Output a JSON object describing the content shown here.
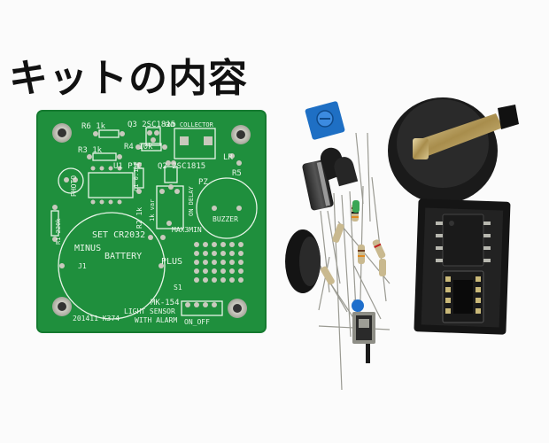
{
  "title": "キットの内容",
  "pcb": {
    "labels": {
      "r6": "R6 1k",
      "q3": "Q3 2SC1815",
      "gnd": "GND COLLECTOR",
      "r3": "R3 1k",
      "r4": "R4 10k",
      "u1": "U1 PIC",
      "q2": "Q2 2SC1815",
      "photo": "PHOTO",
      "c1": "C1 0.1uF",
      "r2": "R2 1k",
      "lr": "LR",
      "r5": "R5",
      "pz": "PZ",
      "buzzer": "BUZZER",
      "on_delay": "ON DELAY",
      "vr": "1k var",
      "r1": "R1 220k",
      "set": "SET CR2032",
      "minus": "MINUS",
      "battery": "BATTERY",
      "j1": "J1",
      "max3min": "MAX3MIN",
      "plus": "PLUS",
      "s1": "S1",
      "model": "MK-154",
      "name": "LIGHT SENSOR",
      "date": "201411 K374",
      "alarm": "WITH ALARM",
      "onoff": "ON_OFF"
    }
  },
  "colors": {
    "pcb": "#1f8f3d",
    "pcb_dark": "#15752f",
    "pad": "#c9c9bd",
    "background": "#fbfbfb"
  }
}
